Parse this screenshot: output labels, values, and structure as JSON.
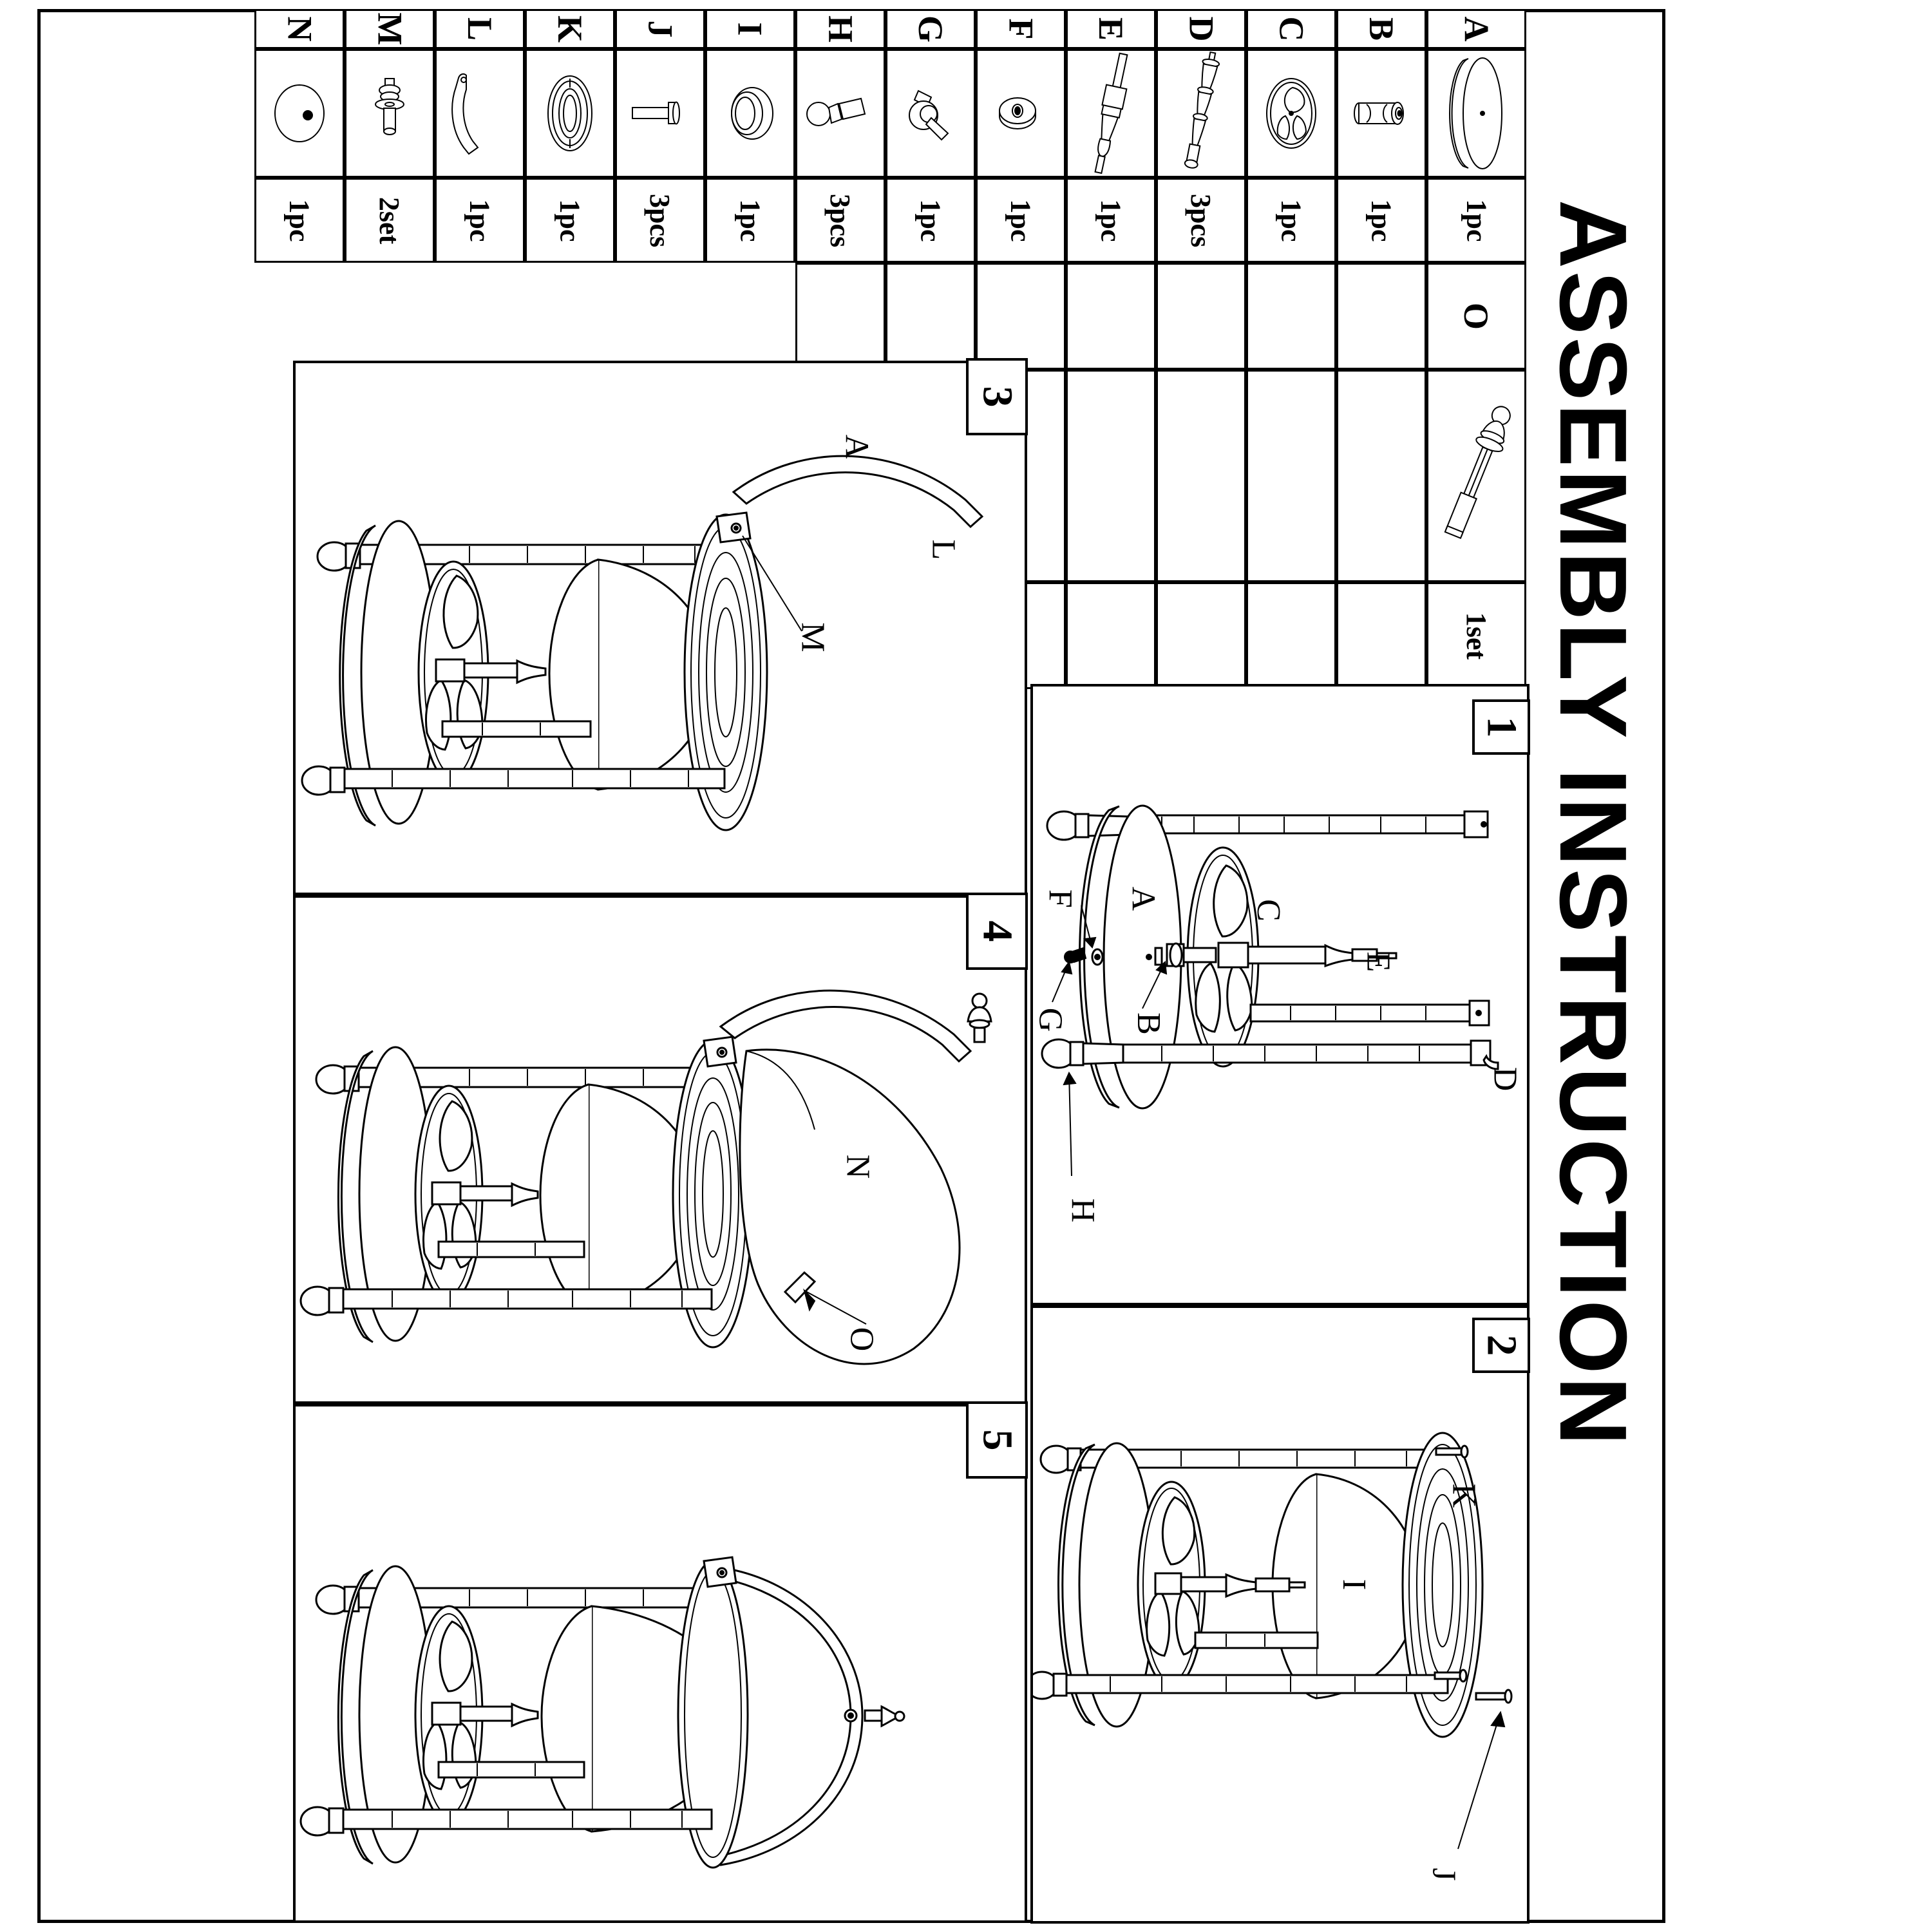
{
  "document": {
    "title": "ASSEMBLY INSTRUCTION"
  },
  "parts_table": {
    "columns": [
      "code",
      "image",
      "qty"
    ],
    "rows": [
      {
        "code": "A",
        "qty": "1pc",
        "icon": "oval-disc-top"
      },
      {
        "code": "B",
        "qty": "1pc",
        "icon": "spool-connector"
      },
      {
        "code": "C",
        "qty": "1pc",
        "icon": "three-spoke-ring"
      },
      {
        "code": "D",
        "qty": "3pcs",
        "icon": "turned-spindle-long"
      },
      {
        "code": "E",
        "qty": "1pc",
        "icon": "turned-spindle-center"
      },
      {
        "code": "F",
        "qty": "1pc",
        "icon": "flat-washer"
      },
      {
        "code": "G",
        "qty": "1pc",
        "icon": "hook-bracket"
      },
      {
        "code": "H",
        "qty": "3pcs",
        "icon": "ball-foot-cap"
      },
      {
        "code": "I",
        "qty": "1pc",
        "icon": "ring-gasket"
      },
      {
        "code": "J",
        "qty": "3pcs",
        "icon": "flat-head-screw"
      },
      {
        "code": "K",
        "qty": "1pc",
        "icon": "oval-ring-plate"
      },
      {
        "code": "L",
        "qty": "1pc",
        "icon": "curved-handle-bar"
      },
      {
        "code": "M",
        "qty": "2set",
        "icon": "bolt-washer-nut"
      },
      {
        "code": "N",
        "qty": "1pc",
        "icon": "lid-disc"
      }
    ],
    "extra_rows": [
      {
        "code": "O",
        "qty": "1set",
        "icon": "knob-screwdriver-tool"
      }
    ]
  },
  "steps": [
    {
      "number": "1",
      "labels": [
        "F",
        "A",
        "C",
        "E",
        "G",
        "B",
        "H",
        "D"
      ]
    },
    {
      "number": "2",
      "labels": [
        "I",
        "K",
        "J"
      ]
    },
    {
      "number": "3",
      "labels": [
        "A",
        "L",
        "M"
      ]
    },
    {
      "number": "4",
      "labels": [
        "N",
        "O"
      ]
    },
    {
      "number": "5",
      "labels": []
    }
  ],
  "colors": {
    "ink": "#000000",
    "paper": "#ffffff"
  }
}
